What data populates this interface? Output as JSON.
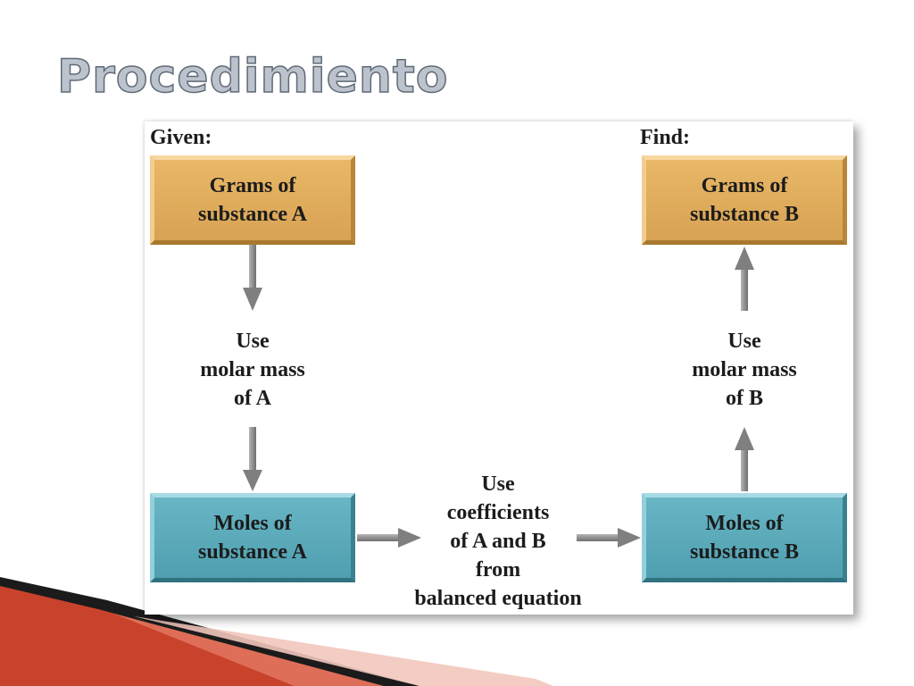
{
  "slide": {
    "title": "Procedimiento"
  },
  "diagram": {
    "given_label": "Given:",
    "find_label": "Find:",
    "grams_a": {
      "line1": "Grams of",
      "line2": "substance A"
    },
    "grams_b": {
      "line1": "Grams of",
      "line2": "substance B"
    },
    "moles_a": {
      "line1": "Moles of",
      "line2": "substance A"
    },
    "moles_b": {
      "line1": "Moles of",
      "line2": "substance B"
    },
    "step_molar_a": {
      "line1": "Use",
      "line2": "molar mass",
      "line3": "of A"
    },
    "step_molar_b": {
      "line1": "Use",
      "line2": "molar mass",
      "line3": "of B"
    },
    "step_coeff": {
      "line1": "Use",
      "line2": "coefficients",
      "line3": "of A and B",
      "line4": "from",
      "line5": "balanced equation"
    }
  },
  "colors": {
    "grams_box": "#e2b060",
    "moles_box": "#5fabbb",
    "arrow": "#8c8c8c",
    "title": "#bcc3cc"
  }
}
